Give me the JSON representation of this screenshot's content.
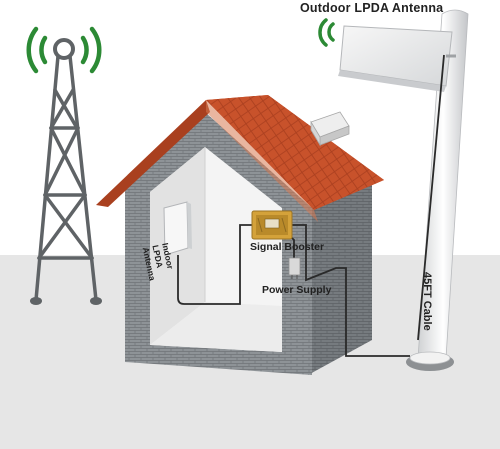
{
  "labels": {
    "outdoor_antenna": "Outdoor LPDA Antenna",
    "signal_booster": "Signal Booster",
    "power_supply": "Power Supply",
    "indoor_antenna": "Indoor LPDA Antenna",
    "cable": "45FT Cable"
  },
  "colors": {
    "signal_wave": "#2c8a35",
    "roof_tile": "#c6502a",
    "brick_wall": "#8f9498",
    "interior_wall": "#f4f4f4",
    "booster_gold": "#d4a23a",
    "tower_gray": "#5f6366"
  },
  "icons": [
    "cell-tower-icon",
    "signal-wave-icon",
    "house-icon",
    "antenna-panel-icon",
    "booster-device-icon",
    "power-adapter-icon",
    "cable-icon",
    "mast-pole-icon"
  ]
}
